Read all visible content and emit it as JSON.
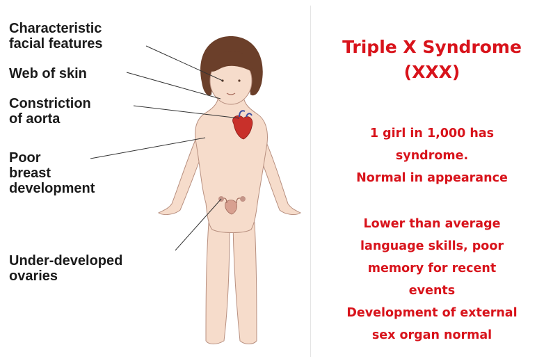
{
  "labels": {
    "facial_features": [
      "Characteristic",
      "facial features"
    ],
    "web_of_skin": [
      "Web of skin"
    ],
    "aorta": [
      "Constriction",
      "of aorta"
    ],
    "breast": [
      "Poor",
      "breast",
      "development"
    ],
    "ovaries": [
      "Under-developed",
      "ovaries"
    ]
  },
  "info": {
    "title": [
      "Triple X Syndrome",
      "(XXX)"
    ],
    "block1": [
      "1 girl in 1,000 has",
      "syndrome.",
      "Normal in appearance"
    ],
    "block2": [
      "Lower than average",
      "language skills, poor",
      "memory for recent",
      "events",
      "Development of external",
      "sex organ normal"
    ]
  },
  "colors": {
    "accent_text": "#d8131b",
    "label_text": "#1a1a1a",
    "skin": "#f6dccb",
    "skin_outline": "#b89080",
    "hair": "#6b3f2a",
    "heart": "#c8302a",
    "ovary": "#c49588"
  }
}
